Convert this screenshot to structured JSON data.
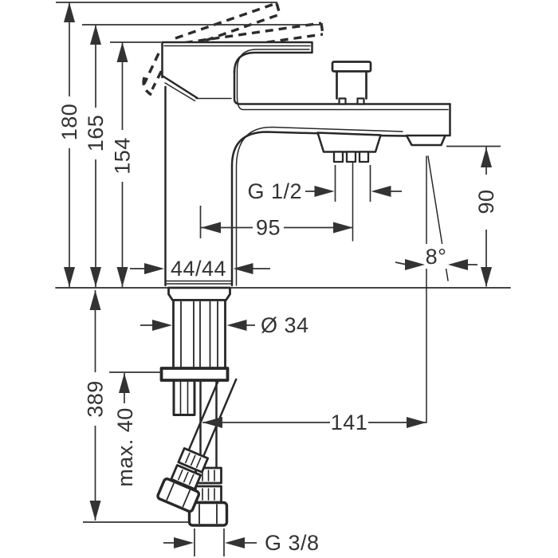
{
  "page": {
    "background": "#ffffff",
    "line_color": "#282828",
    "dimension_color": "#333333"
  },
  "drawing": {
    "type": "technical-dimension-drawing",
    "dims": {
      "h180": {
        "label": "180"
      },
      "h165": {
        "label": "165"
      },
      "h154": {
        "label": "154"
      },
      "l389": {
        "label": "389"
      },
      "max40": {
        "label": "max. 40"
      },
      "h90": {
        "label": "90"
      },
      "w95": {
        "label": "95"
      },
      "w44": {
        "label": "44/44"
      },
      "d34": {
        "label": "Ø 34"
      },
      "w141": {
        "label": "141"
      },
      "a8": {
        "label": "8°"
      },
      "g12": {
        "label": "G 1/2"
      },
      "g38": {
        "label": "G 3/8"
      }
    }
  }
}
